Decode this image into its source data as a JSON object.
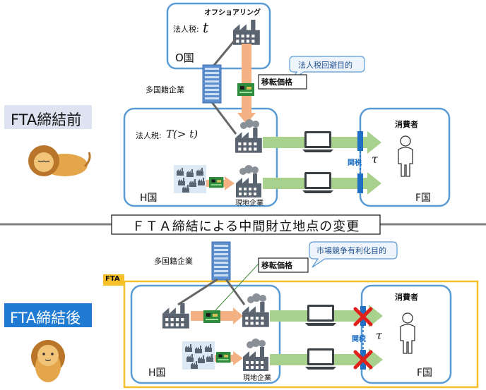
{
  "top": {
    "section_label": "FTA締結前",
    "o_country": {
      "title": "オフショアリング",
      "tax_label": "法人税:",
      "tax_symbol": "t",
      "country": "O国"
    },
    "h_country": {
      "tax_label": "法人税:",
      "tax_formula": "T(> t)",
      "country": "H国",
      "local_company": "現地企業"
    },
    "mnc_label": "多国籍企業",
    "transfer_price": "移転価格",
    "callout": "法人税回避目的",
    "consumer": "消費者",
    "f_country": "F国",
    "tariff_label": "関税",
    "tariff_symbol": "τ"
  },
  "divider_title": "ＦＴＡ締結による中間財立地点の変更",
  "bottom": {
    "section_label": "FTA締結後",
    "fta_tag": "FTA",
    "mnc_label": "多国籍企業",
    "transfer_price": "移転価格",
    "callout": "市場競争有利化目的",
    "h_country": {
      "country": "H国",
      "local_company": "現地企業"
    },
    "consumer": "消費者",
    "f_country": "F国",
    "tariff_label": "関税",
    "tariff_symbol": "τ"
  },
  "colors": {
    "country_border": "#5b9bd5",
    "fta_border": "#f5c02a",
    "label_bg_top": "#dde3f0",
    "label_bg_bottom": "#1f7ad1",
    "green_arrow": "#a9d18e",
    "orange_arrow": "#f4b183",
    "red_cross": "#e0201b"
  },
  "icons": [
    "factory-icon",
    "laptop-icon",
    "circuit-board-icon",
    "building-icon",
    "lion-icon",
    "person-icon",
    "red-cross-icon",
    "tariff-bar-icon"
  ]
}
